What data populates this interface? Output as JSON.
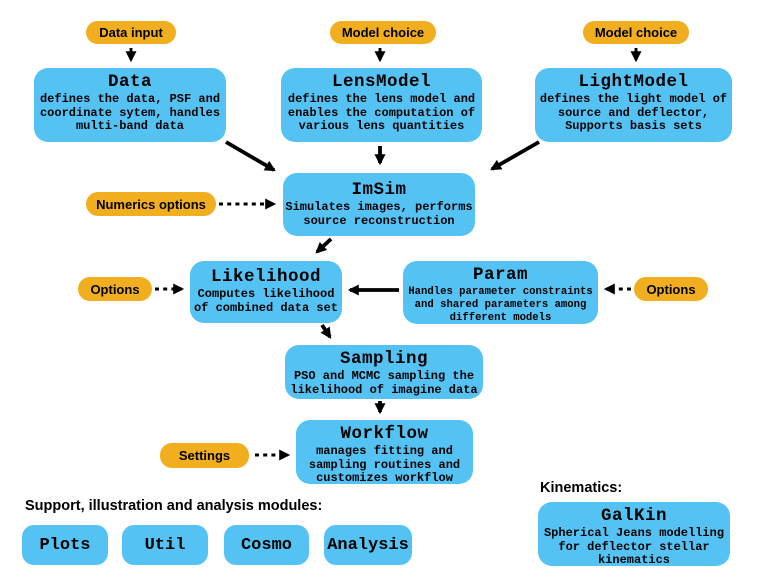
{
  "colors": {
    "node_fill": "#55C2F4",
    "pill_fill": "#F1AE1E",
    "text": "#000000",
    "background": "#FFFFFF"
  },
  "pills": {
    "data_input": {
      "label": "Data input"
    },
    "model_choice_lens": {
      "label": "Model choice"
    },
    "model_choice_light": {
      "label": "Model choice"
    },
    "numerics_options": {
      "label": "Numerics options"
    },
    "options_likelihood": {
      "label": "Options"
    },
    "options_param": {
      "label": "Options"
    },
    "settings": {
      "label": "Settings"
    }
  },
  "nodes": {
    "data": {
      "title": "Data",
      "desc": "defines the data, PSF and\ncoordinate sytem, handles\nmulti-band data"
    },
    "lens_model": {
      "title": "LensModel",
      "desc": "defines the lens model and\nenables the computation of\nvarious lens quantities"
    },
    "light_model": {
      "title": "LightModel",
      "desc": "defines the light model of\nsource and deflector,\nSupports basis sets"
    },
    "im_sim": {
      "title": "ImSim",
      "desc": "Simulates images, performs\nsource reconstruction"
    },
    "likelihood": {
      "title": "Likelihood",
      "desc": "Computes likelihood\nof combined data set"
    },
    "param": {
      "title": "Param",
      "desc": "Handles parameter constraints\nand shared parameters among\ndifferent models"
    },
    "sampling": {
      "title": "Sampling",
      "desc": "PSO and MCMC sampling the\nlikelihood of imagine data"
    },
    "workflow": {
      "title": "Workflow",
      "desc": "manages fitting and\nsampling routines and\ncustomizes workflow"
    },
    "galkin": {
      "title": "GalKin",
      "desc": "Spherical Jeans modelling\nfor deflector stellar\nkinematics"
    }
  },
  "headings": {
    "support_modules": "Support, illustration and analysis modules:",
    "kinematics": "Kinematics:"
  },
  "modules": [
    "Plots",
    "Util",
    "Cosmo",
    "Analysis"
  ],
  "edges": [
    {
      "from": "data-input-pill",
      "to": "data-box",
      "style": "dashed"
    },
    {
      "from": "model-choice-pill-lens",
      "to": "lens-model-box",
      "style": "dashed"
    },
    {
      "from": "model-choice-pill-light",
      "to": "light-model-box",
      "style": "dashed"
    },
    {
      "from": "data-box",
      "to": "im-sim-box",
      "style": "solid"
    },
    {
      "from": "lens-model-box",
      "to": "im-sim-box",
      "style": "solid"
    },
    {
      "from": "light-model-box",
      "to": "im-sim-box",
      "style": "solid"
    },
    {
      "from": "numerics-options-pill",
      "to": "im-sim-box",
      "style": "dashed"
    },
    {
      "from": "im-sim-box",
      "to": "likelihood-box",
      "style": "solid"
    },
    {
      "from": "param-box",
      "to": "likelihood-box",
      "style": "solid"
    },
    {
      "from": "options-pill-param",
      "to": "param-box",
      "style": "dashed"
    },
    {
      "from": "options-pill-likelihood",
      "to": "likelihood-box",
      "style": "dashed"
    },
    {
      "from": "likelihood-box",
      "to": "sampling-box",
      "style": "solid"
    },
    {
      "from": "sampling-box",
      "to": "workflow-box",
      "style": "solid"
    },
    {
      "from": "settings-pill",
      "to": "workflow-box",
      "style": "dashed"
    }
  ]
}
